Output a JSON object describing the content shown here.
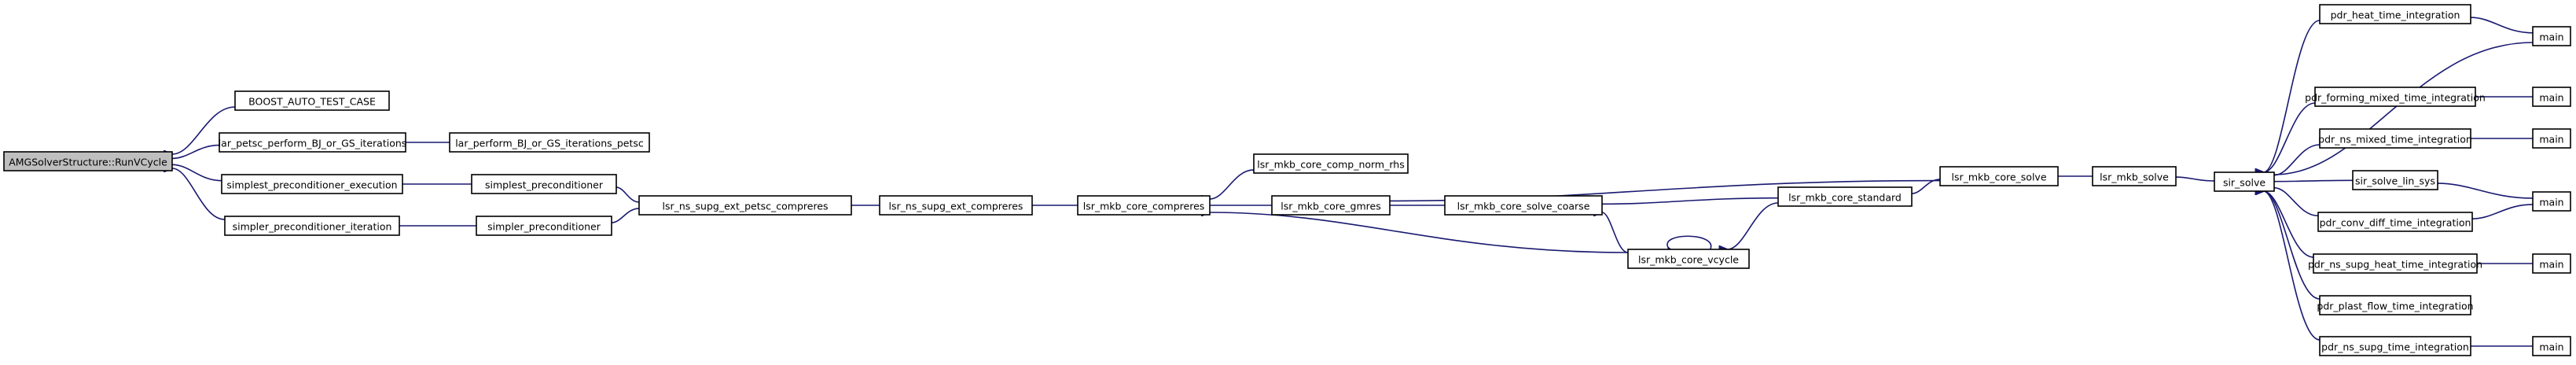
{
  "diagram": {
    "type": "call-graph",
    "colors": {
      "edge": "#191970",
      "node_border": "#000000",
      "node_fill": "#ffffff",
      "root_fill": "#bfbfbf"
    },
    "nodes": [
      {
        "id": "amg",
        "label": "AMGSolverStructure::RunVCycle",
        "root": true
      },
      {
        "id": "boost",
        "label": "BOOST_AUTO_TEST_CASE"
      },
      {
        "id": "lar_bj",
        "label": "lar_petsc_perform_BJ_or_GS_iterations"
      },
      {
        "id": "lar_bj2",
        "label": "lar_perform_BJ_or_GS_iterations_petsc"
      },
      {
        "id": "simplest_exec",
        "label": "simplest_preconditioner_execution"
      },
      {
        "id": "simpler_iter",
        "label": "simpler_preconditioner_iteration"
      },
      {
        "id": "simplest_prec",
        "label": "simplest_preconditioner"
      },
      {
        "id": "simpler_prec",
        "label": "simpler_preconditioner"
      },
      {
        "id": "supg_petsc",
        "label": "lsr_ns_supg_ext_petsc_compreres"
      },
      {
        "id": "supg_ext",
        "label": "lsr_ns_supg_ext_compreres"
      },
      {
        "id": "core_comp",
        "label": "lsr_mkb_core_compreres"
      },
      {
        "id": "norm_rhs",
        "label": "lsr_mkb_core_comp_norm_rhs"
      },
      {
        "id": "gmres",
        "label": "lsr_mkb_core_gmres"
      },
      {
        "id": "coarse",
        "label": "lsr_mkb_core_solve_coarse"
      },
      {
        "id": "standard",
        "label": "lsr_mkb_core_standard"
      },
      {
        "id": "vcycle",
        "label": "lsr_mkb_core_vcycle"
      },
      {
        "id": "core_solve",
        "label": "lsr_mkb_core_solve"
      },
      {
        "id": "mkb_solve",
        "label": "lsr_mkb_solve"
      },
      {
        "id": "sir_solve",
        "label": "sir_solve"
      },
      {
        "id": "heat",
        "label": "pdr_heat_time_integration"
      },
      {
        "id": "forming",
        "label": "pdr_forming_mixed_time_integration"
      },
      {
        "id": "ns_mixed",
        "label": "pdr_ns_mixed_time_integration"
      },
      {
        "id": "sir_lin",
        "label": "sir_solve_lin_sys"
      },
      {
        "id": "conv_diff",
        "label": "pdr_conv_diff_time_integration"
      },
      {
        "id": "supg_heat",
        "label": "pdr_ns_supg_heat_time_integration"
      },
      {
        "id": "plast",
        "label": "pdr_plast_flow_time_integration"
      },
      {
        "id": "supg_time",
        "label": "pdr_ns_supg_time_integration"
      },
      {
        "id": "main1",
        "label": "main"
      },
      {
        "id": "main2",
        "label": "main"
      },
      {
        "id": "main3",
        "label": "main"
      },
      {
        "id": "main4",
        "label": "main"
      },
      {
        "id": "main5",
        "label": "main"
      },
      {
        "id": "main6",
        "label": "main"
      }
    ],
    "edges": [
      {
        "from": "boost",
        "to": "amg"
      },
      {
        "from": "lar_bj",
        "to": "amg"
      },
      {
        "from": "simplest_exec",
        "to": "amg"
      },
      {
        "from": "simpler_iter",
        "to": "amg"
      },
      {
        "from": "lar_bj2",
        "to": "lar_bj"
      },
      {
        "from": "simplest_prec",
        "to": "simplest_exec"
      },
      {
        "from": "simpler_prec",
        "to": "simpler_iter"
      },
      {
        "from": "supg_petsc",
        "to": "simplest_prec"
      },
      {
        "from": "supg_petsc",
        "to": "simpler_prec"
      },
      {
        "from": "supg_ext",
        "to": "supg_petsc"
      },
      {
        "from": "core_comp",
        "to": "supg_ext"
      },
      {
        "from": "norm_rhs",
        "to": "core_comp"
      },
      {
        "from": "gmres",
        "to": "core_comp"
      },
      {
        "from": "vcycle",
        "to": "core_comp"
      },
      {
        "from": "coarse",
        "to": "gmres"
      },
      {
        "from": "core_solve",
        "to": "gmres"
      },
      {
        "from": "standard",
        "to": "coarse"
      },
      {
        "from": "vcycle",
        "to": "coarse"
      },
      {
        "from": "vcycle",
        "to": "vcycle"
      },
      {
        "from": "standard",
        "to": "vcycle"
      },
      {
        "from": "core_solve",
        "to": "standard"
      },
      {
        "from": "mkb_solve",
        "to": "core_solve"
      },
      {
        "from": "sir_solve",
        "to": "mkb_solve"
      },
      {
        "from": "heat",
        "to": "sir_solve"
      },
      {
        "from": "main1",
        "to": "sir_solve"
      },
      {
        "from": "forming",
        "to": "sir_solve"
      },
      {
        "from": "ns_mixed",
        "to": "sir_solve"
      },
      {
        "from": "sir_lin",
        "to": "sir_solve"
      },
      {
        "from": "conv_diff",
        "to": "sir_solve"
      },
      {
        "from": "supg_heat",
        "to": "sir_solve"
      },
      {
        "from": "plast",
        "to": "sir_solve"
      },
      {
        "from": "supg_time",
        "to": "sir_solve"
      },
      {
        "from": "main1",
        "to": "heat"
      },
      {
        "from": "main2",
        "to": "forming"
      },
      {
        "from": "main3",
        "to": "ns_mixed"
      },
      {
        "from": "main4",
        "to": "sir_lin"
      },
      {
        "from": "main4",
        "to": "conv_diff"
      },
      {
        "from": "main5",
        "to": "supg_heat"
      },
      {
        "from": "main6",
        "to": "supg_time"
      }
    ]
  }
}
